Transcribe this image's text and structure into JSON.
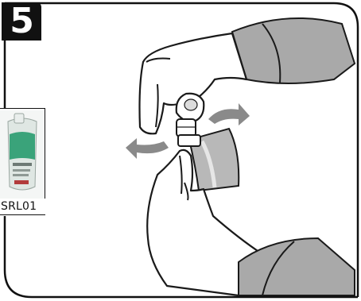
{
  "step": {
    "number": "5"
  },
  "product": {
    "code": "SRL01"
  },
  "illustration": {
    "subject": "gloved-hands-twisting-pouch-cap",
    "arrow_color": "#8a8a8a",
    "glove_shade_color": "#a9a9a9",
    "outline_color": "#1a1a1a"
  },
  "colors": {
    "badge_bg": "#111111",
    "badge_fg": "#ffffff",
    "frame": "#111111",
    "product_liquid": "#3aa37a"
  }
}
